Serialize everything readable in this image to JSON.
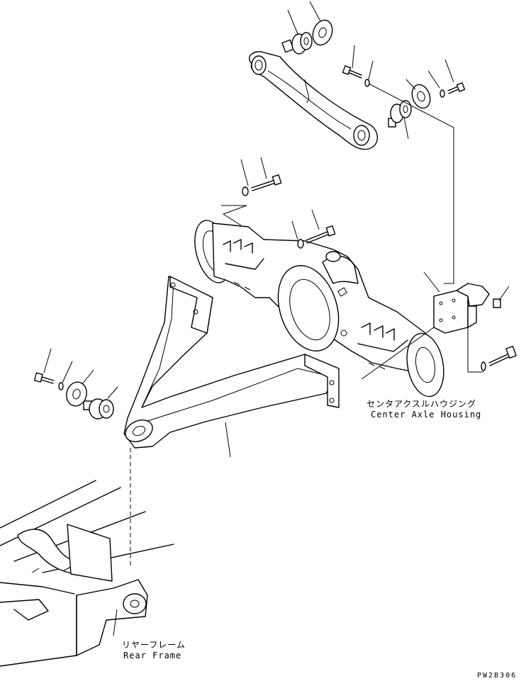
{
  "labels": {
    "center_axle_housing_jp": "センタアクスルハウジング",
    "center_axle_housing_en": "Center Axle Housing",
    "rear_frame_jp": "リヤーフレーム",
    "rear_frame_en": "Rear Frame",
    "drawing_code": "PW2B306"
  }
}
